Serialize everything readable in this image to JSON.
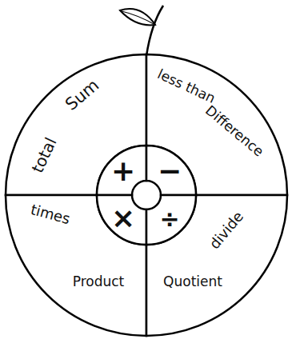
{
  "diagram": {
    "nodes": [
      {
        "text": [
          "Sum",
          "total"
        ]
      },
      {
        "text": [
          "less than",
          "Difference"
        ]
      },
      {
        "text": [
          "times",
          "Product"
        ]
      },
      {
        "text": [
          "divide",
          "Quotient"
        ]
      },
      {
        "text": [
          "+"
        ]
      },
      {
        "text": [
          "−"
        ]
      },
      {
        "text": [
          "×"
        ]
      },
      {
        "text": [
          "÷"
        ]
      }
    ]
  }
}
